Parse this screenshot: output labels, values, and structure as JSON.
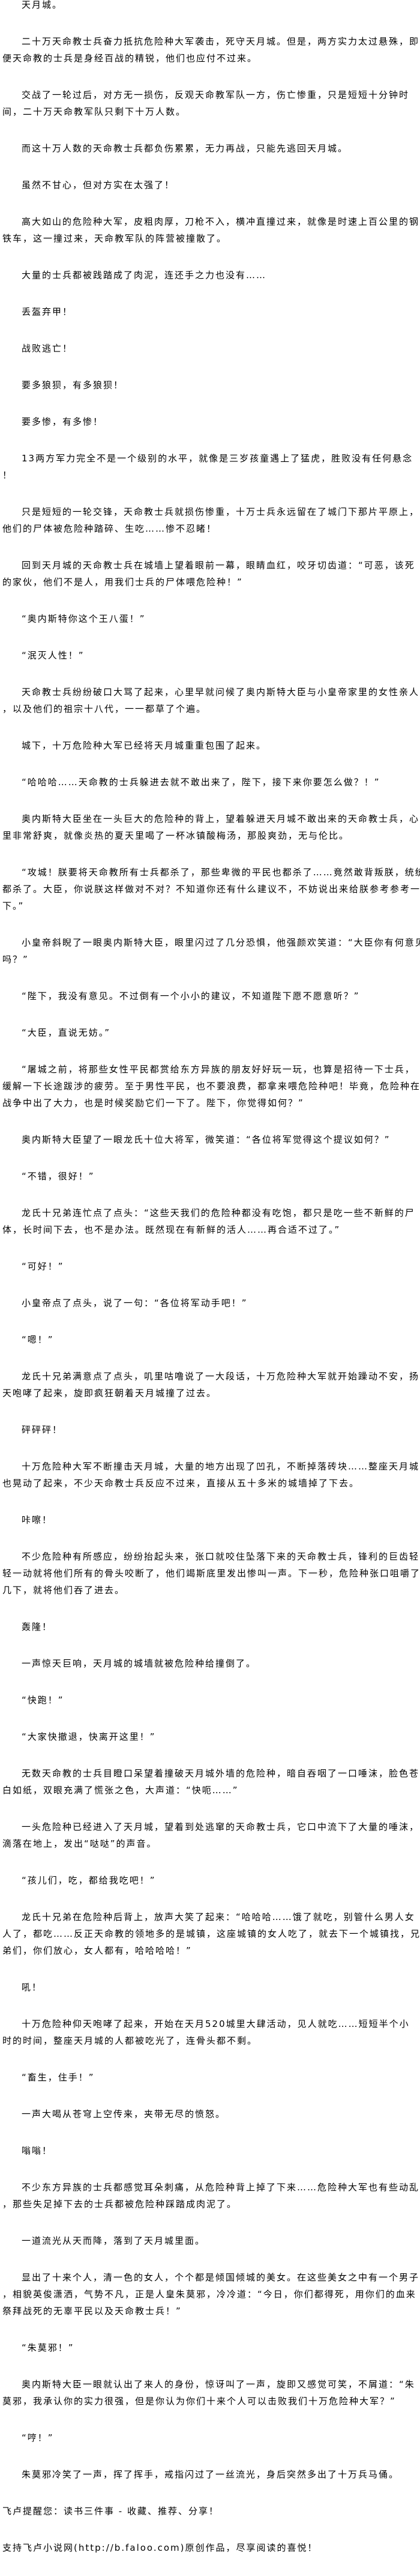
{
  "article": {
    "paragraphs": [
      {
        "indent": true,
        "lines": [
          "天月城。"
        ]
      },
      {
        "indent": true,
        "lines": [
          "二十万天命教士兵奋力抵抗危险种大军袭击，死守天月城。但是，两方实力太过悬殊，即",
          "便天命教的士兵是身经百战的精锐，他们也应付不过来。"
        ]
      },
      {
        "indent": true,
        "lines": [
          "交战了一轮过后，对方无一损伤，反观天命教军队一方，伤亡惨重，只是短短十分钟时",
          "间，二十万天命教军队只剩下十万人数。"
        ]
      },
      {
        "indent": true,
        "lines": [
          "而这十万人数的天命教士兵都负伤累累，无力再战，只能先逃回天月城。"
        ]
      },
      {
        "indent": true,
        "lines": [
          "虽然不甘心，但对方实在太强了！"
        ]
      },
      {
        "indent": true,
        "lines": [
          "高大如山的危险种大军，皮粗肉厚，刀枪不入，横冲直撞过来，就像是时速上百公里的钢",
          "铁车，这一撞过来，天命教军队的阵营被撞散了。"
        ]
      },
      {
        "indent": true,
        "lines": [
          "大量的士兵都被践踏成了肉泥，连还手之力也没有……"
        ]
      },
      {
        "indent": true,
        "lines": [
          "丢盔弃甲！"
        ]
      },
      {
        "indent": true,
        "lines": [
          "战败逃亡！"
        ]
      },
      {
        "indent": true,
        "lines": [
          "要多狼狈，有多狼狈！"
        ]
      },
      {
        "indent": true,
        "lines": [
          "要多惨，有多惨！"
        ]
      },
      {
        "indent": true,
        "lines": [
          "13两方军力完全不是一个级别的水平，就像是三岁孩童遇上了猛虎，胜败没有任何悬念",
          "！"
        ]
      },
      {
        "indent": true,
        "lines": [
          "只是短短的一轮交锋，天命教士兵就损伤惨重，十万士兵永远留在了城门下那片平原上，",
          "他们的尸体被危险种踏碎、生吃……惨不忍睹！"
        ]
      },
      {
        "indent": true,
        "lines": [
          "回到天月城的天命教士兵在城墙上望着眼前一幕，眼睛血红，咬牙切齿道：“可恶，该死",
          "的家伙，他们不是人，用我们士兵的尸体喂危险种！”"
        ]
      },
      {
        "indent": true,
        "lines": [
          "“奥内斯特你这个王八蛋！”"
        ]
      },
      {
        "indent": true,
        "lines": [
          "“泯灭人性！”"
        ]
      },
      {
        "indent": true,
        "lines": [
          "天命教士兵纷纷破口大骂了起来，心里早就问候了奥内斯特大臣与小皇帝家里的女性亲人",
          "，以及他们的祖宗十八代，一一都草了个遍。"
        ]
      },
      {
        "indent": true,
        "lines": [
          "城下，十万危险种大军已经将天月城重重包围了起来。"
        ]
      },
      {
        "indent": true,
        "lines": [
          "“哈哈哈……天命教的士兵躲进去就不敢出来了，陛下，接下来你要怎么做？！”"
        ]
      },
      {
        "indent": true,
        "lines": [
          "奥内斯特大臣坐在一头巨大的危险种的背上，望着躲进天月城不敢出来的天命教士兵，心",
          "里非常舒爽，就像炎热的夏天里喝了一杯冰镇酸梅汤，那股爽劲，无与伦比。"
        ]
      },
      {
        "indent": true,
        "lines": [
          "“攻城！朕要将天命教所有士兵都杀了，那些卑微的平民也都杀了……竟然敢背叛朕，统统",
          "都杀了。大臣，你说朕这样做对不对？不知道你还有什么建议不，不妨说出来给朕参考参考一",
          "下。”"
        ]
      },
      {
        "indent": true,
        "lines": [
          "小皇帝斜睨了一眼奥内斯特大臣，眼里闪过了几分恐惧，他强颜欢笑道：“大臣你有何意见",
          "吗？”"
        ]
      },
      {
        "indent": true,
        "lines": [
          "“陛下，我没有意见。不过倒有一个小小的建议，不知道陛下愿不愿意听？”"
        ]
      },
      {
        "indent": true,
        "lines": [
          "“大臣，直说无妨。”"
        ]
      },
      {
        "indent": true,
        "lines": [
          "“屠城之前，将那些女性平民都赏给东方异族的朋友好好玩一玩，也算是招待一下士兵，",
          "缓解一下长途跋涉的疲劳。至于男性平民，也不要浪费，都拿来喂危险种吧！毕竟，危险种在",
          "战争中出了大力，也是时候奖励它们一下了。陛下，你觉得如何？”"
        ]
      },
      {
        "indent": true,
        "lines": [
          "奥内斯特大臣望了一眼龙氏十位大将军，微笑道：“各位将军觉得这个提议如何？”"
        ]
      },
      {
        "indent": true,
        "lines": [
          "“不错，很好！”"
        ]
      },
      {
        "indent": true,
        "lines": [
          "龙氏十兄弟连忙点了点头：“这些天我们的危险种都没有吃饱，都只是吃一些不新鲜的尸",
          "体，长时间下去，也不是办法。既然现在有新鲜的活人……再合适不过了。”"
        ]
      },
      {
        "indent": true,
        "lines": [
          "“可好！”"
        ]
      },
      {
        "indent": true,
        "lines": [
          "小皇帝点了点头，说了一句：“各位将军动手吧！”"
        ]
      },
      {
        "indent": true,
        "lines": [
          "“嗯！”"
        ]
      },
      {
        "indent": true,
        "lines": [
          "龙氏十兄弟满意点了点头，叽里咕噜说了一大段话，十万危险种大军就开始躁动不安，扬",
          "天咆哮了起来，旋即疯狂朝着天月城撞了过去。"
        ]
      },
      {
        "indent": true,
        "lines": [
          "砰砰砰！"
        ]
      },
      {
        "indent": true,
        "lines": [
          "十万危险种大军不断撞击天月城，大量的地方出现了凹孔，不断掉落砖块……整座天月城",
          "也晃动了起来，不少天命教士兵反应不过来，直接从五十多米的城墙掉了下去。"
        ]
      },
      {
        "indent": true,
        "lines": [
          "咔嚓！"
        ]
      },
      {
        "indent": true,
        "lines": [
          "不少危险种有所感应，纷纷抬起头来，张口就咬住坠落下来的天命教士兵，锋利的巨齿轻",
          "轻一动就将他们所有的骨头咬断了，他们竭斯底里发出惨叫一声。下一秒，危险种张口咀嚼了",
          "几下，就将他们吞了进去。"
        ]
      },
      {
        "indent": true,
        "lines": [
          "轰隆！"
        ]
      },
      {
        "indent": true,
        "lines": [
          "一声惊天巨响，天月城的城墙就被危险种给撞倒了。"
        ]
      },
      {
        "indent": true,
        "lines": [
          "“快跑！”"
        ]
      },
      {
        "indent": true,
        "lines": [
          "“大家快撤退，快离开这里！”"
        ]
      },
      {
        "indent": true,
        "lines": [
          "无数天命教的士兵目瞪口呆望着撞破天月城外墙的危险种，暗自吞咽了一口唾沫，脸色苍",
          "白如纸，双眼充满了慌张之色，大声道：“快呃……”"
        ]
      },
      {
        "indent": true,
        "lines": [
          "一头危险种已经进入了天月城，望着到处逃窜的天命教士兵，它口中流下了大量的唾沫，",
          "滴落在地上，发出“哒哒”的声音。"
        ]
      },
      {
        "indent": true,
        "lines": [
          "“孩儿们，吃，都给我吃吧！”"
        ]
      },
      {
        "indent": true,
        "lines": [
          "龙氏十兄弟在危险种后背上，放声大笑了起来：“哈哈哈……饿了就吃，别管什么男人女",
          "人了，都吃……反正天命教的领地多的是城镇，这座城镇的女人吃了，就去下一个城镇找，兄",
          "弟们，你们放心，女人都有，哈哈哈哈！”"
        ]
      },
      {
        "indent": true,
        "lines": [
          "吼！"
        ]
      },
      {
        "indent": true,
        "lines": [
          "十万危险种仰天咆哮了起来，开始在天月520城里大肆活动，见人就吃……短短半个小",
          "时的时间，整座天月城的人都被吃光了，连骨头都不剩。"
        ]
      },
      {
        "indent": true,
        "lines": [
          "“畜生，住手！”"
        ]
      },
      {
        "indent": true,
        "lines": [
          "一声大喝从苍穹上空传来，夹带无尽的愤怒。"
        ]
      },
      {
        "indent": true,
        "lines": [
          "嗡嗡！"
        ]
      },
      {
        "indent": true,
        "lines": [
          "不少东方异族的士兵都感觉耳朵刺痛，从危险种背上掉了下来……危险种大军也有些动乱",
          "，那些失足掉下去的士兵都被危险种踩踏成肉泥了。"
        ]
      },
      {
        "indent": true,
        "lines": [
          "一道流光从天而降，落到了天月城里面。"
        ]
      },
      {
        "indent": true,
        "lines": [
          "显出了十来个人，清一色的女人，个个都是倾国倾城的美女。在这些美女之中有一个男子",
          "，相貌英俊潇洒，气势不凡，正是人皇朱莫邪，冷冷道：“今日，你们都得死，用你们的血来",
          "祭拜战死的无辜平民以及天命教士兵！”"
        ]
      },
      {
        "indent": true,
        "lines": [
          "“朱莫邪！”"
        ]
      },
      {
        "indent": true,
        "lines": [
          "奥内斯特大臣一眼就认出了来人的身份，惊讶叫了一声，旋即又感觉可笑，不屑道：“朱",
          "莫邪，我承认你的实力很强，但是你认为你们十来个人可以击败我们十万危险种大军？”"
        ]
      },
      {
        "indent": true,
        "lines": [
          "“哼！”"
        ]
      },
      {
        "indent": true,
        "lines": [
          "朱莫邪冷笑了一声，挥了挥手，戒指闪过了一丝流光，身后突然多出了十万兵马俑。"
        ]
      }
    ]
  },
  "footer": {
    "reminder": "飞卢提醒您：读书三件事 - 收藏、推荐、分享！",
    "support": "支持飞卢小说网(http://b.faloo.com)原创作品，尽享阅读的喜悦！"
  }
}
